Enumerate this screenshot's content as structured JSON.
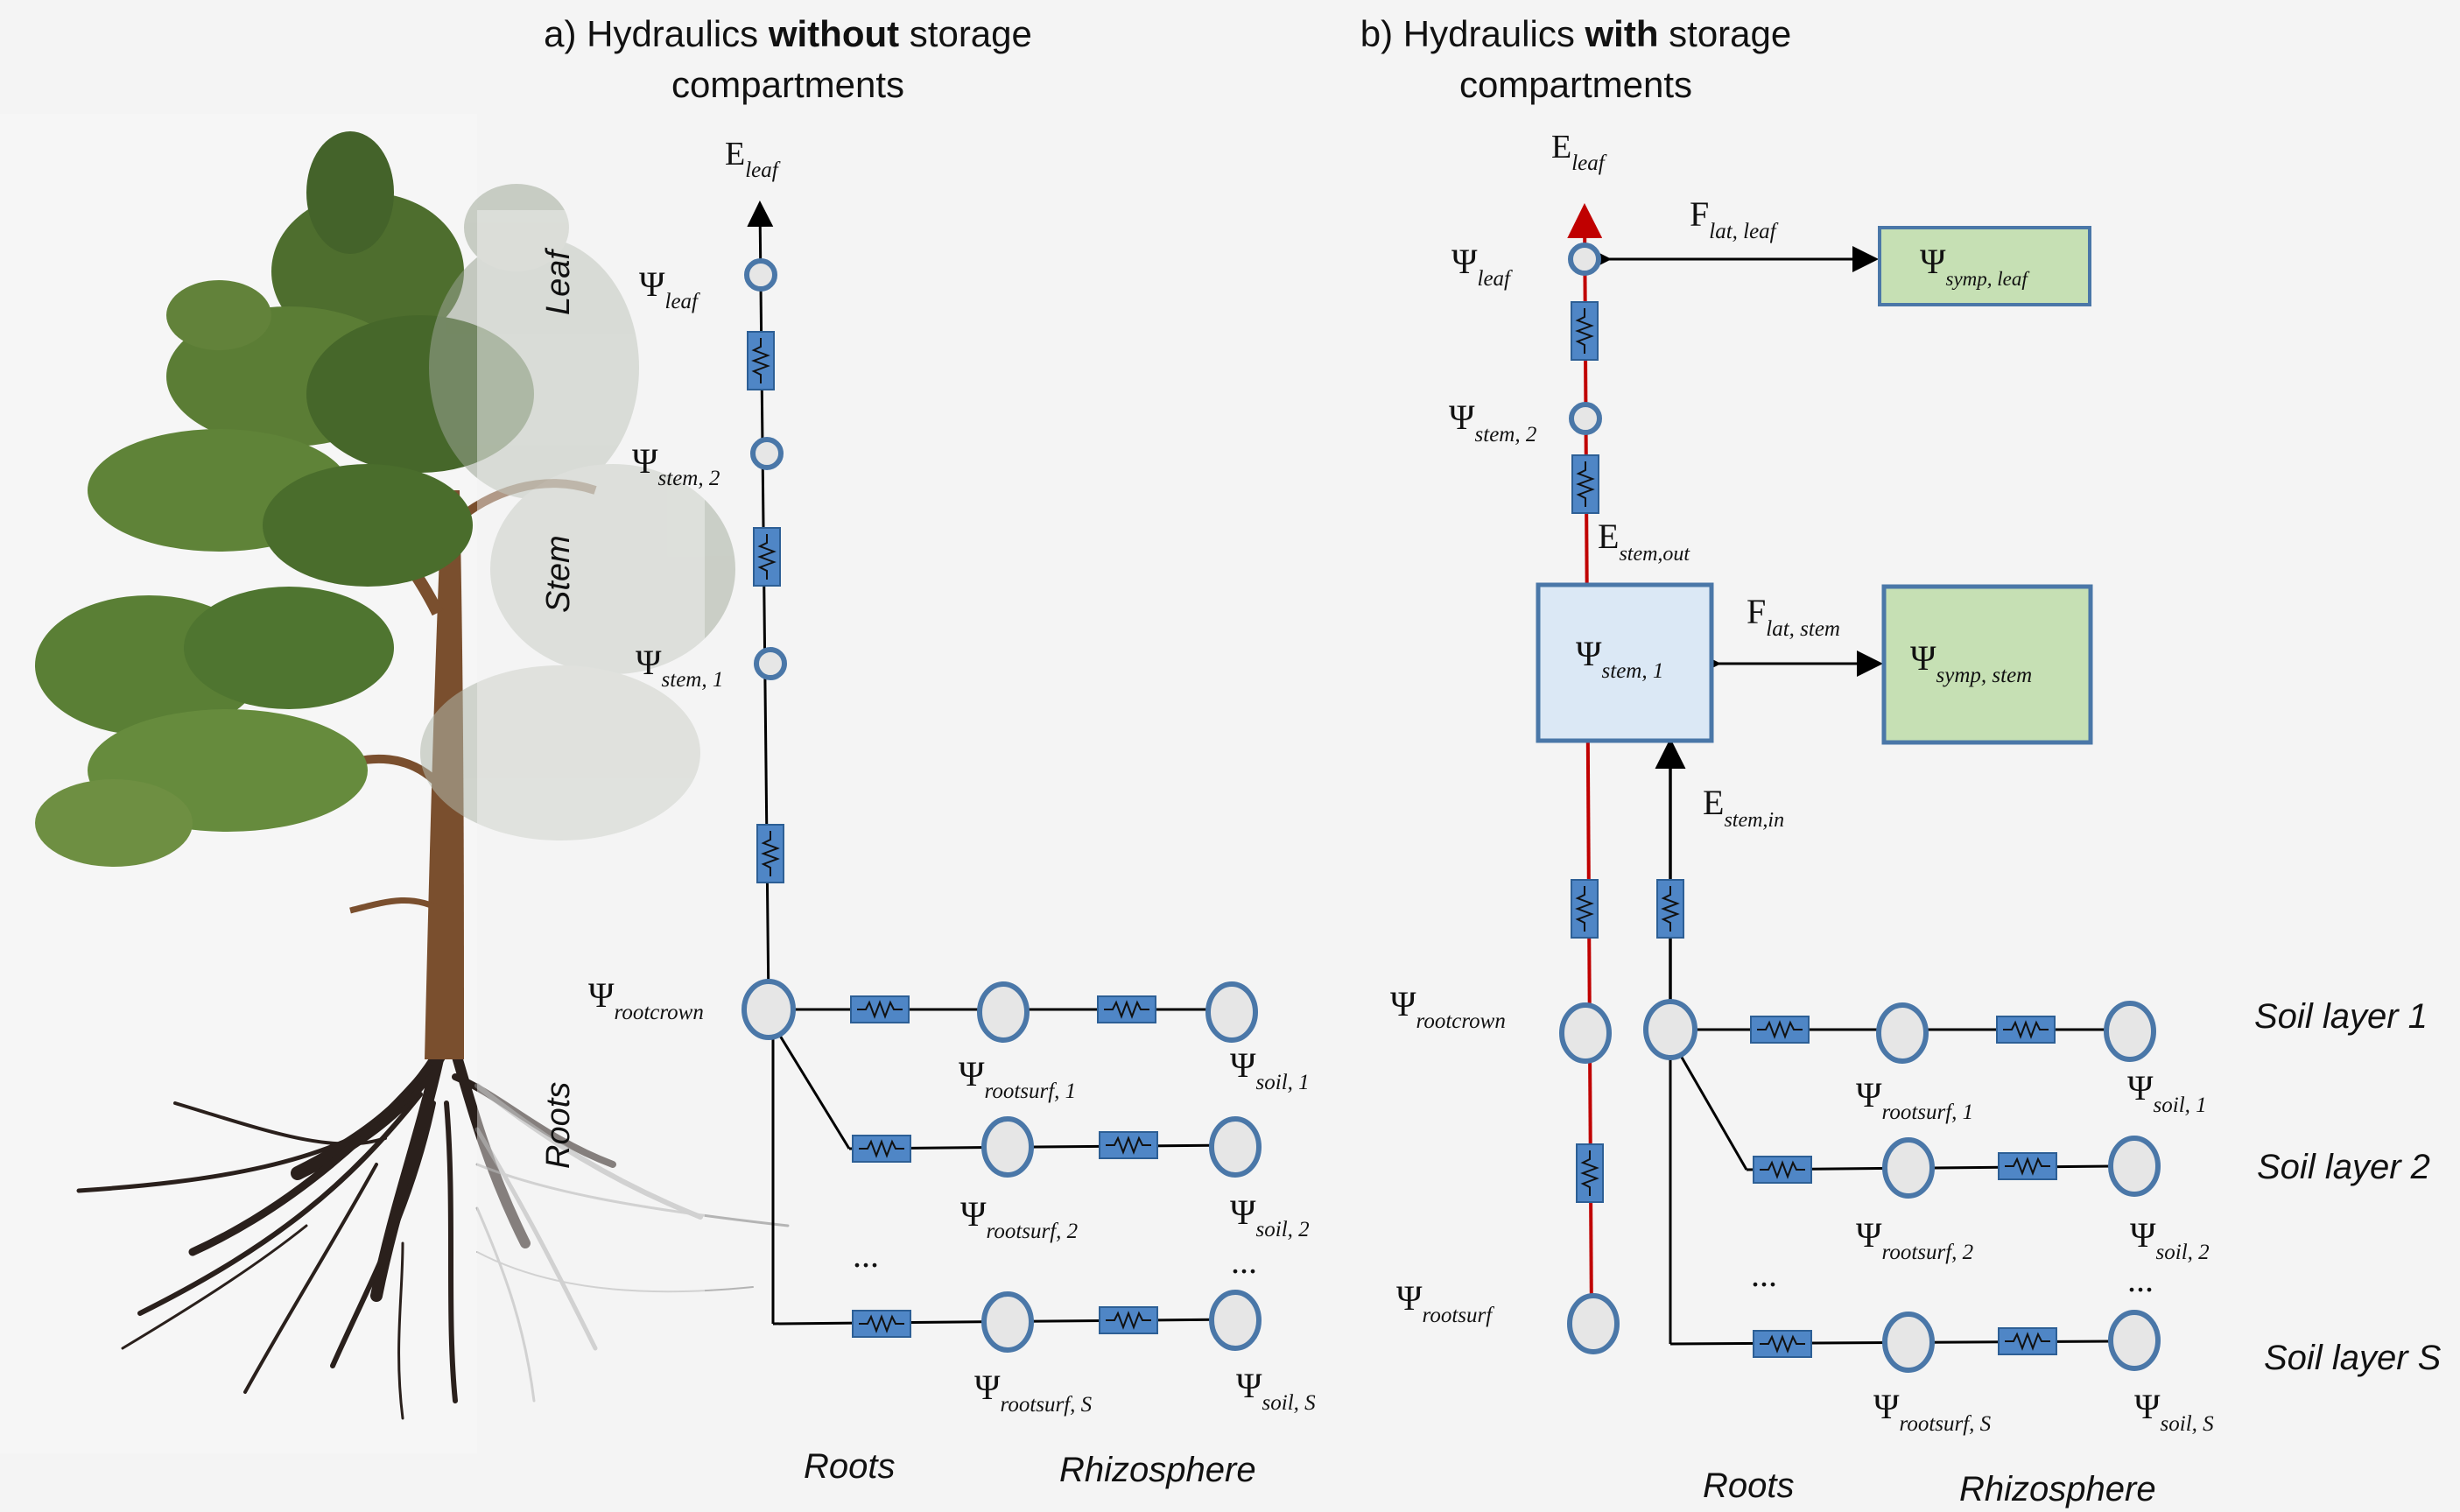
{
  "panel_a": {
    "title_prefix": "a) Hydraulics ",
    "title_bold": "without",
    "title_suffix": " storage",
    "title_line2": "compartments",
    "flux_top": "E",
    "flux_top_sub": "leaf",
    "nodes": {
      "leaf": {
        "sym": "Ψ",
        "sub": "leaf"
      },
      "stem2": {
        "sym": "Ψ",
        "sub": "stem, 2"
      },
      "stem1": {
        "sym": "Ψ",
        "sub": "stem, 1"
      },
      "rootcrown": {
        "sym": "Ψ",
        "sub": "rootcrown"
      },
      "rootsurf1": {
        "sym": "Ψ",
        "sub": "rootsurf, 1"
      },
      "soil1": {
        "sym": "Ψ",
        "sub": "soil, 1"
      },
      "rootsurf2": {
        "sym": "Ψ",
        "sub": "rootsurf, 2"
      },
      "soil2": {
        "sym": "Ψ",
        "sub": "soil, 2"
      },
      "rootsurfS": {
        "sym": "Ψ",
        "sub": "rootsurf, S"
      },
      "soilS": {
        "sym": "Ψ",
        "sub": "soil, S"
      }
    },
    "ellipsis": "...",
    "label_roots": "Roots",
    "label_rhizosphere": "Rhizosphere"
  },
  "panel_b": {
    "title_prefix": "b) Hydraulics ",
    "title_bold": "with",
    "title_suffix": " storage",
    "title_line2": "compartments",
    "flux_top": "E",
    "flux_top_sub": "leaf",
    "flat_leaf": {
      "sym": "F",
      "sub": "lat, leaf"
    },
    "flat_stem": {
      "sym": "F",
      "sub": "lat, stem"
    },
    "estem_out": {
      "sym": "E",
      "sub": "stem,out"
    },
    "estem_in": {
      "sym": "E",
      "sub": "stem,in"
    },
    "nodes": {
      "leaf": {
        "sym": "Ψ",
        "sub": "leaf"
      },
      "symp_leaf": {
        "sym": "Ψ",
        "sub": "symp, leaf"
      },
      "stem2": {
        "sym": "Ψ",
        "sub": "stem, 2"
      },
      "stem1": {
        "sym": "Ψ",
        "sub": "stem, 1"
      },
      "symp_stem": {
        "sym": "Ψ",
        "sub": "symp,  stem"
      },
      "rootcrown": {
        "sym": "Ψ",
        "sub": "rootcrown"
      },
      "rootsurf": {
        "sym": "Ψ",
        "sub": "rootsurf"
      },
      "rootsurf1": {
        "sym": "Ψ",
        "sub": "rootsurf, 1"
      },
      "soil1": {
        "sym": "Ψ",
        "sub": "soil, 1"
      },
      "rootsurf2": {
        "sym": "Ψ",
        "sub": "rootsurf, 2"
      },
      "soil2": {
        "sym": "Ψ",
        "sub": "soil, 2"
      },
      "rootsurfS": {
        "sym": "Ψ",
        "sub": "rootsurf, S"
      },
      "soilS": {
        "sym": "Ψ",
        "sub": "soil, S"
      }
    },
    "ellipsis": "...",
    "layers": [
      "Soil layer 1",
      "Soil layer 2",
      "Soil layer S"
    ],
    "label_roots": "Roots",
    "label_rhizosphere": "Rhizosphere"
  },
  "tree_labels": {
    "leaf": "Leaf",
    "stem": "Stem",
    "roots": "Roots"
  },
  "colors": {
    "node_stroke": "#4a77a8",
    "node_fill": "#e6e6e6",
    "resistor_fill": "#4f86c6",
    "xylem_red": "#c00000",
    "storage_green": "#c6e0b4",
    "stem_box_fill": "#dbe8f5"
  }
}
